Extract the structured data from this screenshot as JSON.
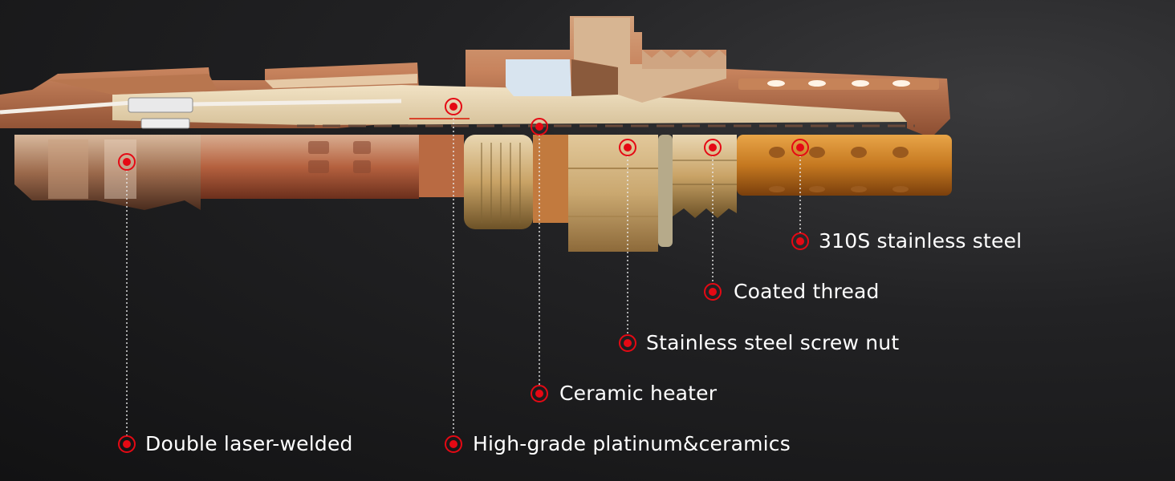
{
  "accent_color": "#e50914",
  "callouts": [
    {
      "id": "double-laser-welded",
      "text": "Double laser-welded"
    },
    {
      "id": "high-grade-platinum-ceramics",
      "text": "High-grade platinum&ceramics"
    },
    {
      "id": "ceramic-heater",
      "text": "Ceramic heater"
    },
    {
      "id": "stainless-steel-screw-nut",
      "text": "Stainless steel screw nut"
    },
    {
      "id": "coated-thread",
      "text": "Coated thread"
    },
    {
      "id": "310s-stainless-steel",
      "text": "310S stainless steel"
    }
  ]
}
